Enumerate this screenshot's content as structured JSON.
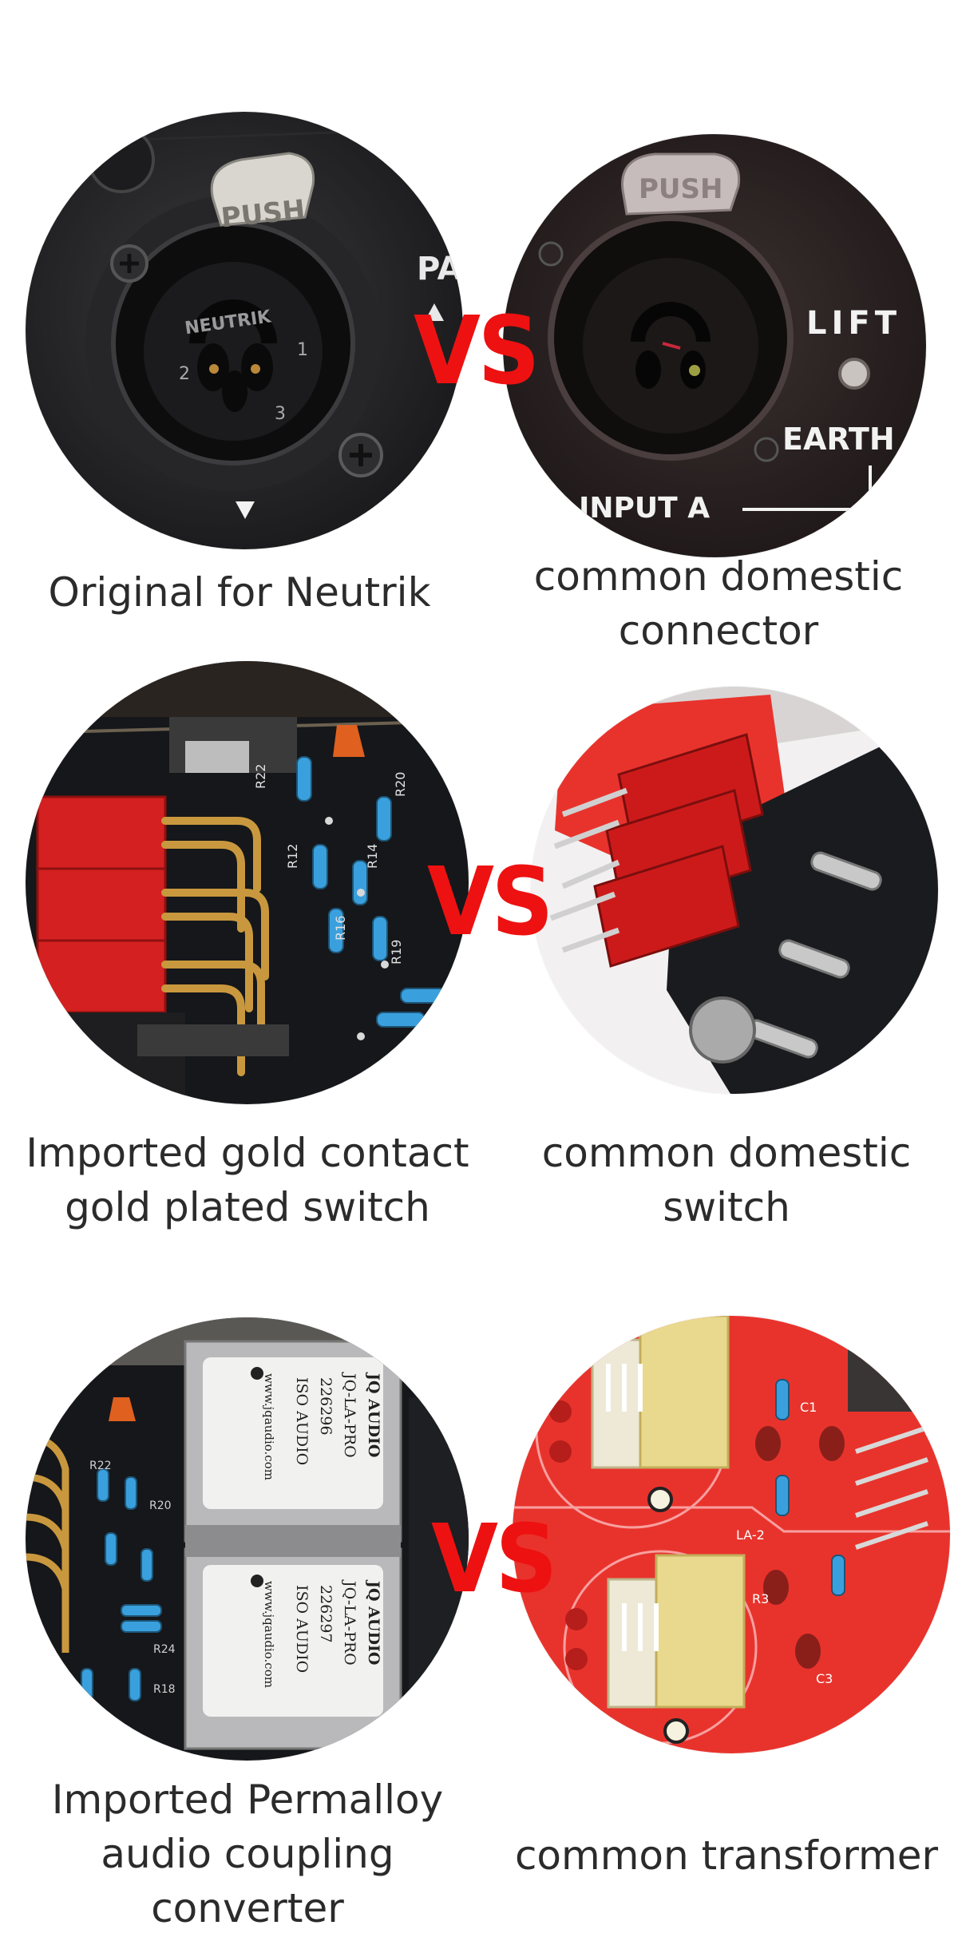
{
  "colors": {
    "vs_text": "#ee1111",
    "caption_text": "#2b2b2b",
    "panel_black": "#1c1c1e",
    "pcb_black": "#15171a",
    "pcb_red": "#e8332c",
    "gold": "#c9983e",
    "switch_red": "#cc1a1a",
    "transformer_yellow": "#e9d98e"
  },
  "rows": [
    {
      "left": {
        "image": {
          "PUSH_label": "PUSH",
          "brand": "NEUTRIK",
          "pin1": "1",
          "pin2": "2",
          "pin3": "3",
          "side_label": "PA"
        },
        "caption_lines": [
          "Original for Neutrik"
        ]
      },
      "vs_label": "VS",
      "right": {
        "image": {
          "PUSH_label": "PUSH",
          "lift_label": "LIFT",
          "earth_label": "EARTH",
          "input_label": "INPUT A"
        },
        "caption_lines": [
          "common domestic",
          "connector"
        ]
      }
    },
    {
      "left": {
        "image": {
          "r22": "R22",
          "r20": "R20",
          "r12": "R12",
          "r14": "R14",
          "r16": "R16",
          "r19": "R19"
        },
        "caption_lines": [
          "Imported gold contact",
          "gold plated switch"
        ]
      },
      "vs_label": "VS",
      "right": {
        "image": {},
        "caption_lines": [
          "common domestic",
          "switch"
        ]
      }
    },
    {
      "left": {
        "image": {
          "t1_brand": "JQ AUDIO",
          "t1_model": "JQ-LA-PRO",
          "t1_serial": "226296",
          "t1_iso": "ISO AUDIO",
          "t1_web": "www.jqaudio.com",
          "t2_brand": "JQ AUDIO",
          "t2_model": "JQ-LA-PRO",
          "t2_serial": "226297",
          "t2_iso": "ISO AUDIO",
          "t2_web": "www.jqaudio.com",
          "r24": "R24",
          "r18": "R18",
          "r22": "R22",
          "r20": "R20"
        },
        "caption_lines": [
          "Imported Permalloy",
          "audio coupling",
          "converter"
        ]
      },
      "vs_label": "VS",
      "right": {
        "image": {
          "la2": "LA-2",
          "r3": "R3",
          "c3": "C3",
          "c1": "C1"
        },
        "caption_lines": [
          "common transformer"
        ]
      }
    }
  ]
}
